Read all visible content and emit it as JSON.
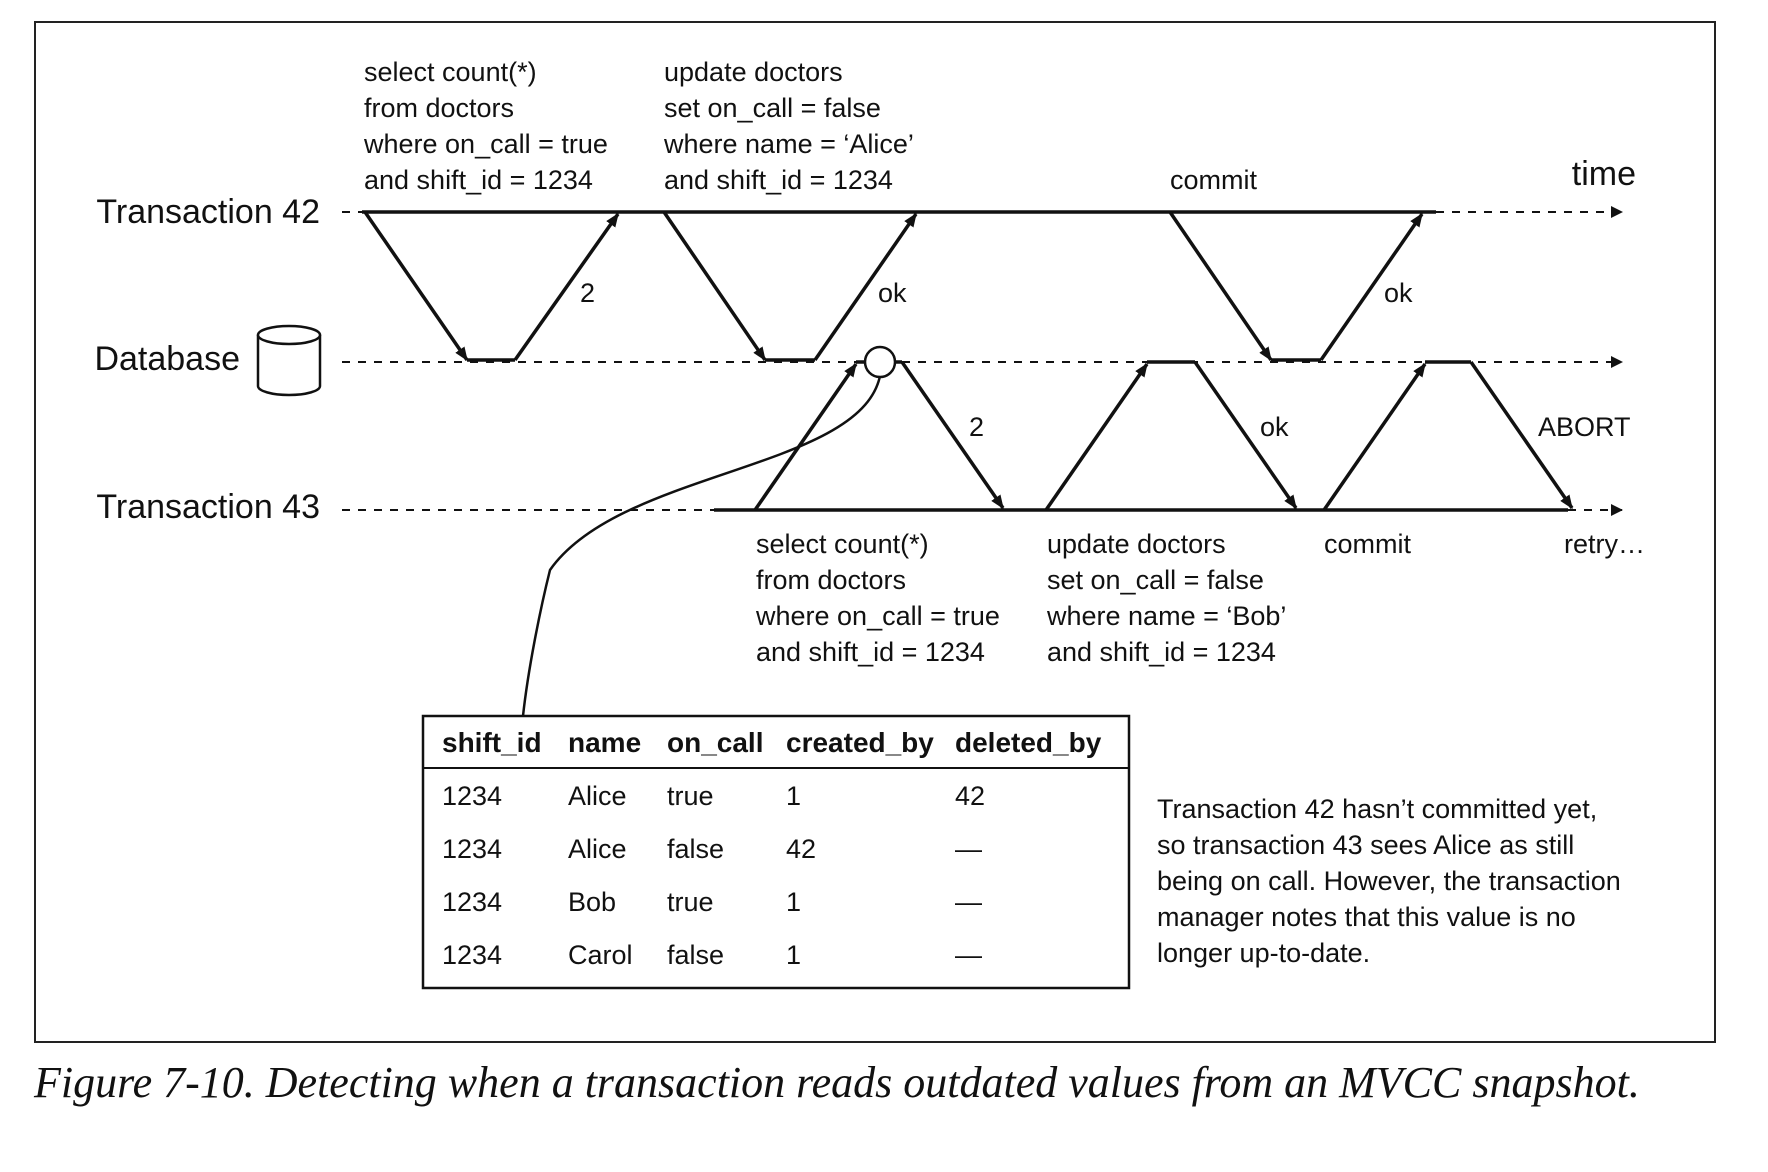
{
  "axis": {
    "time_label": "time",
    "lanes": [
      "Transaction 42",
      "Database",
      "Transaction 43"
    ]
  },
  "t42": {
    "query1": [
      "select count(*)",
      "from doctors",
      "where on_call = true",
      "and shift_id = 1234"
    ],
    "query1_result": "2",
    "query2": [
      "update doctors",
      "set on_call = false",
      "where name = ‘Alice’",
      "and shift_id = 1234"
    ],
    "query2_result": "ok",
    "commit_label": "commit",
    "commit_result": "ok"
  },
  "t43": {
    "query1": [
      "select count(*)",
      "from doctors",
      "where on_call = true",
      "and shift_id = 1234"
    ],
    "query1_result": "2",
    "query2": [
      "update doctors",
      "set on_call = false",
      "where name = ‘Bob’",
      "and shift_id = 1234"
    ],
    "query2_result": "ok",
    "commit_label": "commit",
    "commit_result": "ABORT",
    "retry_label": "retry…"
  },
  "table": {
    "headers": [
      "shift_id",
      "name",
      "on_call",
      "created_by",
      "deleted_by"
    ],
    "rows": [
      [
        "1234",
        "Alice",
        "true",
        "1",
        "42"
      ],
      [
        "1234",
        "Alice",
        "false",
        "42",
        "—"
      ],
      [
        "1234",
        "Bob",
        "true",
        "1",
        "—"
      ],
      [
        "1234",
        "Carol",
        "false",
        "1",
        "—"
      ]
    ]
  },
  "note": [
    "Transaction 42 hasn’t committed yet,",
    "so transaction 43 sees Alice as still",
    "being on call. However, the transaction",
    "manager notes that this value is no",
    "longer up-to-date."
  ],
  "caption": "Figure 7-10. Detecting when a transaction reads outdated values from an MVCC snapshot."
}
